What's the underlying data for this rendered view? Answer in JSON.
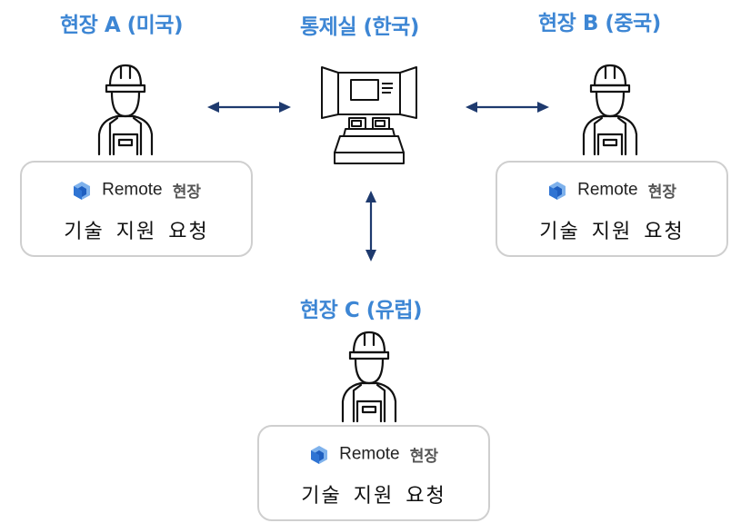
{
  "sites": [
    {
      "title": "현장 A (미국)",
      "brand": "Remote",
      "brand_sub": "현장",
      "request": "기술 지원 요청"
    },
    {
      "title": "현장 B (중국)",
      "brand": "Remote",
      "brand_sub": "현장",
      "request": "기술 지원 요청"
    },
    {
      "title": "현장 C (유럽)",
      "brand": "Remote",
      "brand_sub": "현장",
      "request": "기술 지원 요청"
    }
  ],
  "control_room": {
    "title": "통제실 (한국)"
  },
  "colors": {
    "title": "#3d86d4",
    "arrow": "#1e3a6e",
    "logo_light": "#7fb2ec",
    "logo_dark": "#1f5fc0"
  }
}
